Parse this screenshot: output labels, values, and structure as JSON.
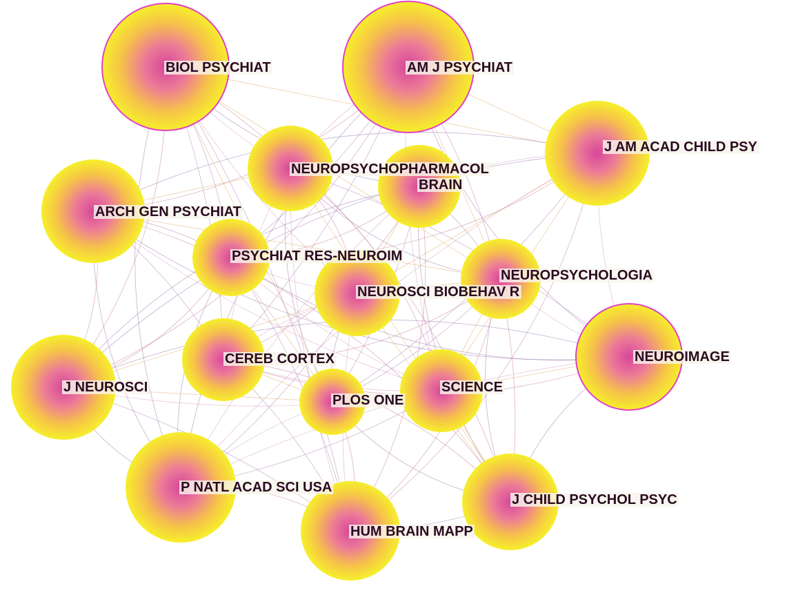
{
  "nodes": [
    {
      "id": "biol",
      "label": "BIOL PSYCHIAT",
      "ring": true
    },
    {
      "id": "amj",
      "label": "AM J PSYCHIAT",
      "ring": true
    },
    {
      "id": "jaacap",
      "label": "J AM ACAD CHILD PSY",
      "ring": false
    },
    {
      "id": "npp",
      "label": "NEUROPSYCHOPHARMACOL",
      "ring": false
    },
    {
      "id": "brain",
      "label": "BRAIN",
      "ring": false
    },
    {
      "id": "archgen",
      "label": "ARCH GEN PSYCHIAT",
      "ring": false
    },
    {
      "id": "psyres",
      "label": "PSYCHIAT RES-NEUROIM",
      "ring": false
    },
    {
      "id": "npsylogia",
      "label": "NEUROPSYCHOLOGIA",
      "ring": false
    },
    {
      "id": "nbr",
      "label": "NEUROSCI BIOBEHAV R",
      "ring": false
    },
    {
      "id": "neuroimage",
      "label": "NEUROIMAGE",
      "ring": true
    },
    {
      "id": "jneurosci",
      "label": "J NEUROSCI",
      "ring": false
    },
    {
      "id": "cerebcortex",
      "label": "CEREB CORTEX",
      "ring": false
    },
    {
      "id": "plosone",
      "label": "PLOS ONE",
      "ring": false
    },
    {
      "id": "science",
      "label": "SCIENCE",
      "ring": false
    },
    {
      "id": "pnas",
      "label": "P NATL ACAD SCI USA",
      "ring": false
    },
    {
      "id": "jcpp",
      "label": "J CHILD PSYCHOL PSYC",
      "ring": false
    },
    {
      "id": "hbm",
      "label": "HUM BRAIN MAPP",
      "ring": false
    }
  ],
  "colors": {
    "outer": "#f6ef2a",
    "inner": "#d6469a",
    "ring": "#e040c8",
    "edges": [
      "#c9859a",
      "#b08ab8",
      "#e2b070",
      "#d7a4c2",
      "#9d7fb2"
    ],
    "label": "#2a0a22"
  }
}
